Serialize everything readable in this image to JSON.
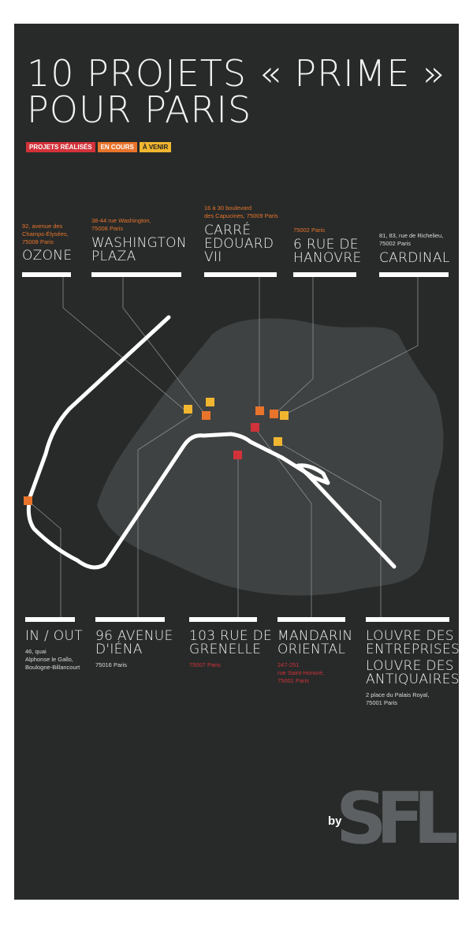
{
  "title": {
    "line1": "10 PROJETS « PRIME »",
    "line2": "POUR PARIS"
  },
  "legend": {
    "realises": "PROJETS RÉALISÉS",
    "en_cours": "EN COURS",
    "a_venir": "À VENIR"
  },
  "colors": {
    "realises": "#d2323a",
    "en_cours": "#e8742c",
    "a_venir": "#f1b630",
    "background": "#272a29",
    "paris_area": "#3f4242"
  },
  "top_projects": [
    {
      "name": "OZONE",
      "address": "92, avenue des\nChamps-Élysées,\n75008 Paris"
    },
    {
      "name": "WASHINGTON\nPLAZA",
      "address": "38-44 rue Washington,\n75008 Paris"
    },
    {
      "name": "CARRÉ\nEDOUARD\nVII",
      "address": "16 à 30 boulevard\ndes Capucines, 75009 Paris"
    },
    {
      "name": "6 RUE DE\nHANOVRE",
      "address": "75002 Paris"
    },
    {
      "name": "CARDINAL",
      "address": "81, 83, rue de Richelieu,\n75002 Paris"
    }
  ],
  "bottom_projects": [
    {
      "name": "IN / OUT",
      "address": "46, quai\nAlphonse le Gallo,\nBoulogne-Billancourt"
    },
    {
      "name": "96 AVENUE\nD'IÉNA",
      "address": "75016 Paris"
    },
    {
      "name": "103 RUE DE\nGRENELLE",
      "address": "75007 Paris"
    },
    {
      "name": "MANDARIN\nORIENTAL",
      "address": "247-251\nrue Saint-Honoré,\n75001 Paris"
    },
    {
      "name": "LOUVRE DES\nENTREPRISES",
      "name2": "LOUVRE DES\nANTIQUAIRES",
      "address": "2 place du Palais Royal,\n75001 Paris"
    }
  ],
  "footer": {
    "by": "by",
    "logo": "SFL"
  }
}
